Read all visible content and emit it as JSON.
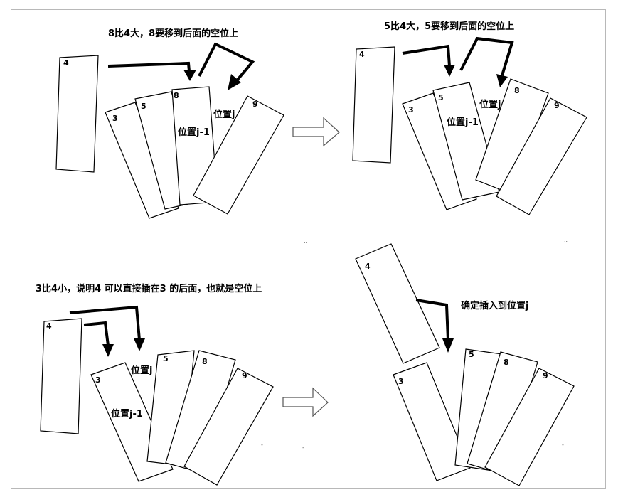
{
  "panels": [
    {
      "caption": "8比4大，8要移到后面的空位上",
      "cards": [
        "4",
        "3",
        "5",
        "8",
        "9"
      ],
      "labels": [
        "位置j-1",
        "位置j"
      ]
    },
    {
      "caption": "5比4大，5要移到后面的空位上",
      "cards": [
        "4",
        "3",
        "5",
        "8",
        "9"
      ],
      "labels": [
        "位置j-1",
        "位置j"
      ]
    },
    {
      "caption": "3比4小，说明4 可以直接插在3 的后面，也就是空位上",
      "cards": [
        "4",
        "3",
        "5",
        "8",
        "9"
      ],
      "labels": [
        "位置j",
        "位置j-1"
      ]
    },
    {
      "caption": "确定插入到位置j",
      "cards": [
        "4",
        "3",
        "5",
        "8",
        "9"
      ]
    }
  ],
  "colors": {
    "border": "#b8b8b8",
    "stroke": "#000000",
    "background": "#ffffff"
  },
  "icons": [
    "right-block-arrow-icon",
    "bent-arrow-icon"
  ]
}
